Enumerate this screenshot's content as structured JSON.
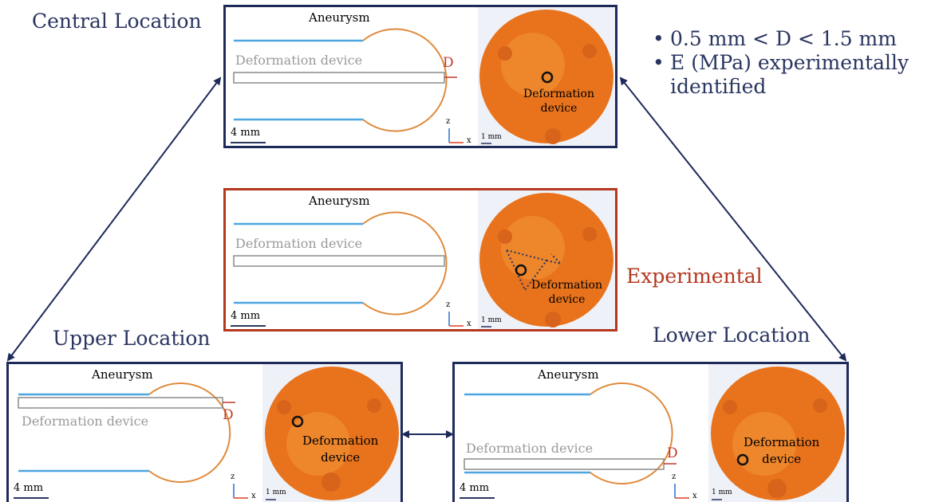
{
  "labels": {
    "central_title": "Central Location",
    "upper_title": "Upper Location",
    "lower_title": "Lower Location",
    "experimental_title": "Experimental",
    "aneurysm": "Aneurysm",
    "device": "Deformation device",
    "gap": "D",
    "device_sphere_line1": "Deformation",
    "device_sphere_line2": "device",
    "scale_big": "4 mm",
    "scale_small": "1 mm",
    "axis_z": "z",
    "axis_x": "x"
  },
  "bullets": [
    "0.5 mm < D < 1.5 mm",
    "E (MPa) experimentally",
    "identified"
  ],
  "colors": {
    "frame_dark": "#1e2a5a",
    "frame_red": "#b3381e",
    "vessel_blue": "#4da6e0",
    "aneurysm_orange": "#e08a3c",
    "device_grey": "#8c8c8c",
    "sphere_orange": "#e8731c",
    "gap_red": "#c0392b"
  }
}
